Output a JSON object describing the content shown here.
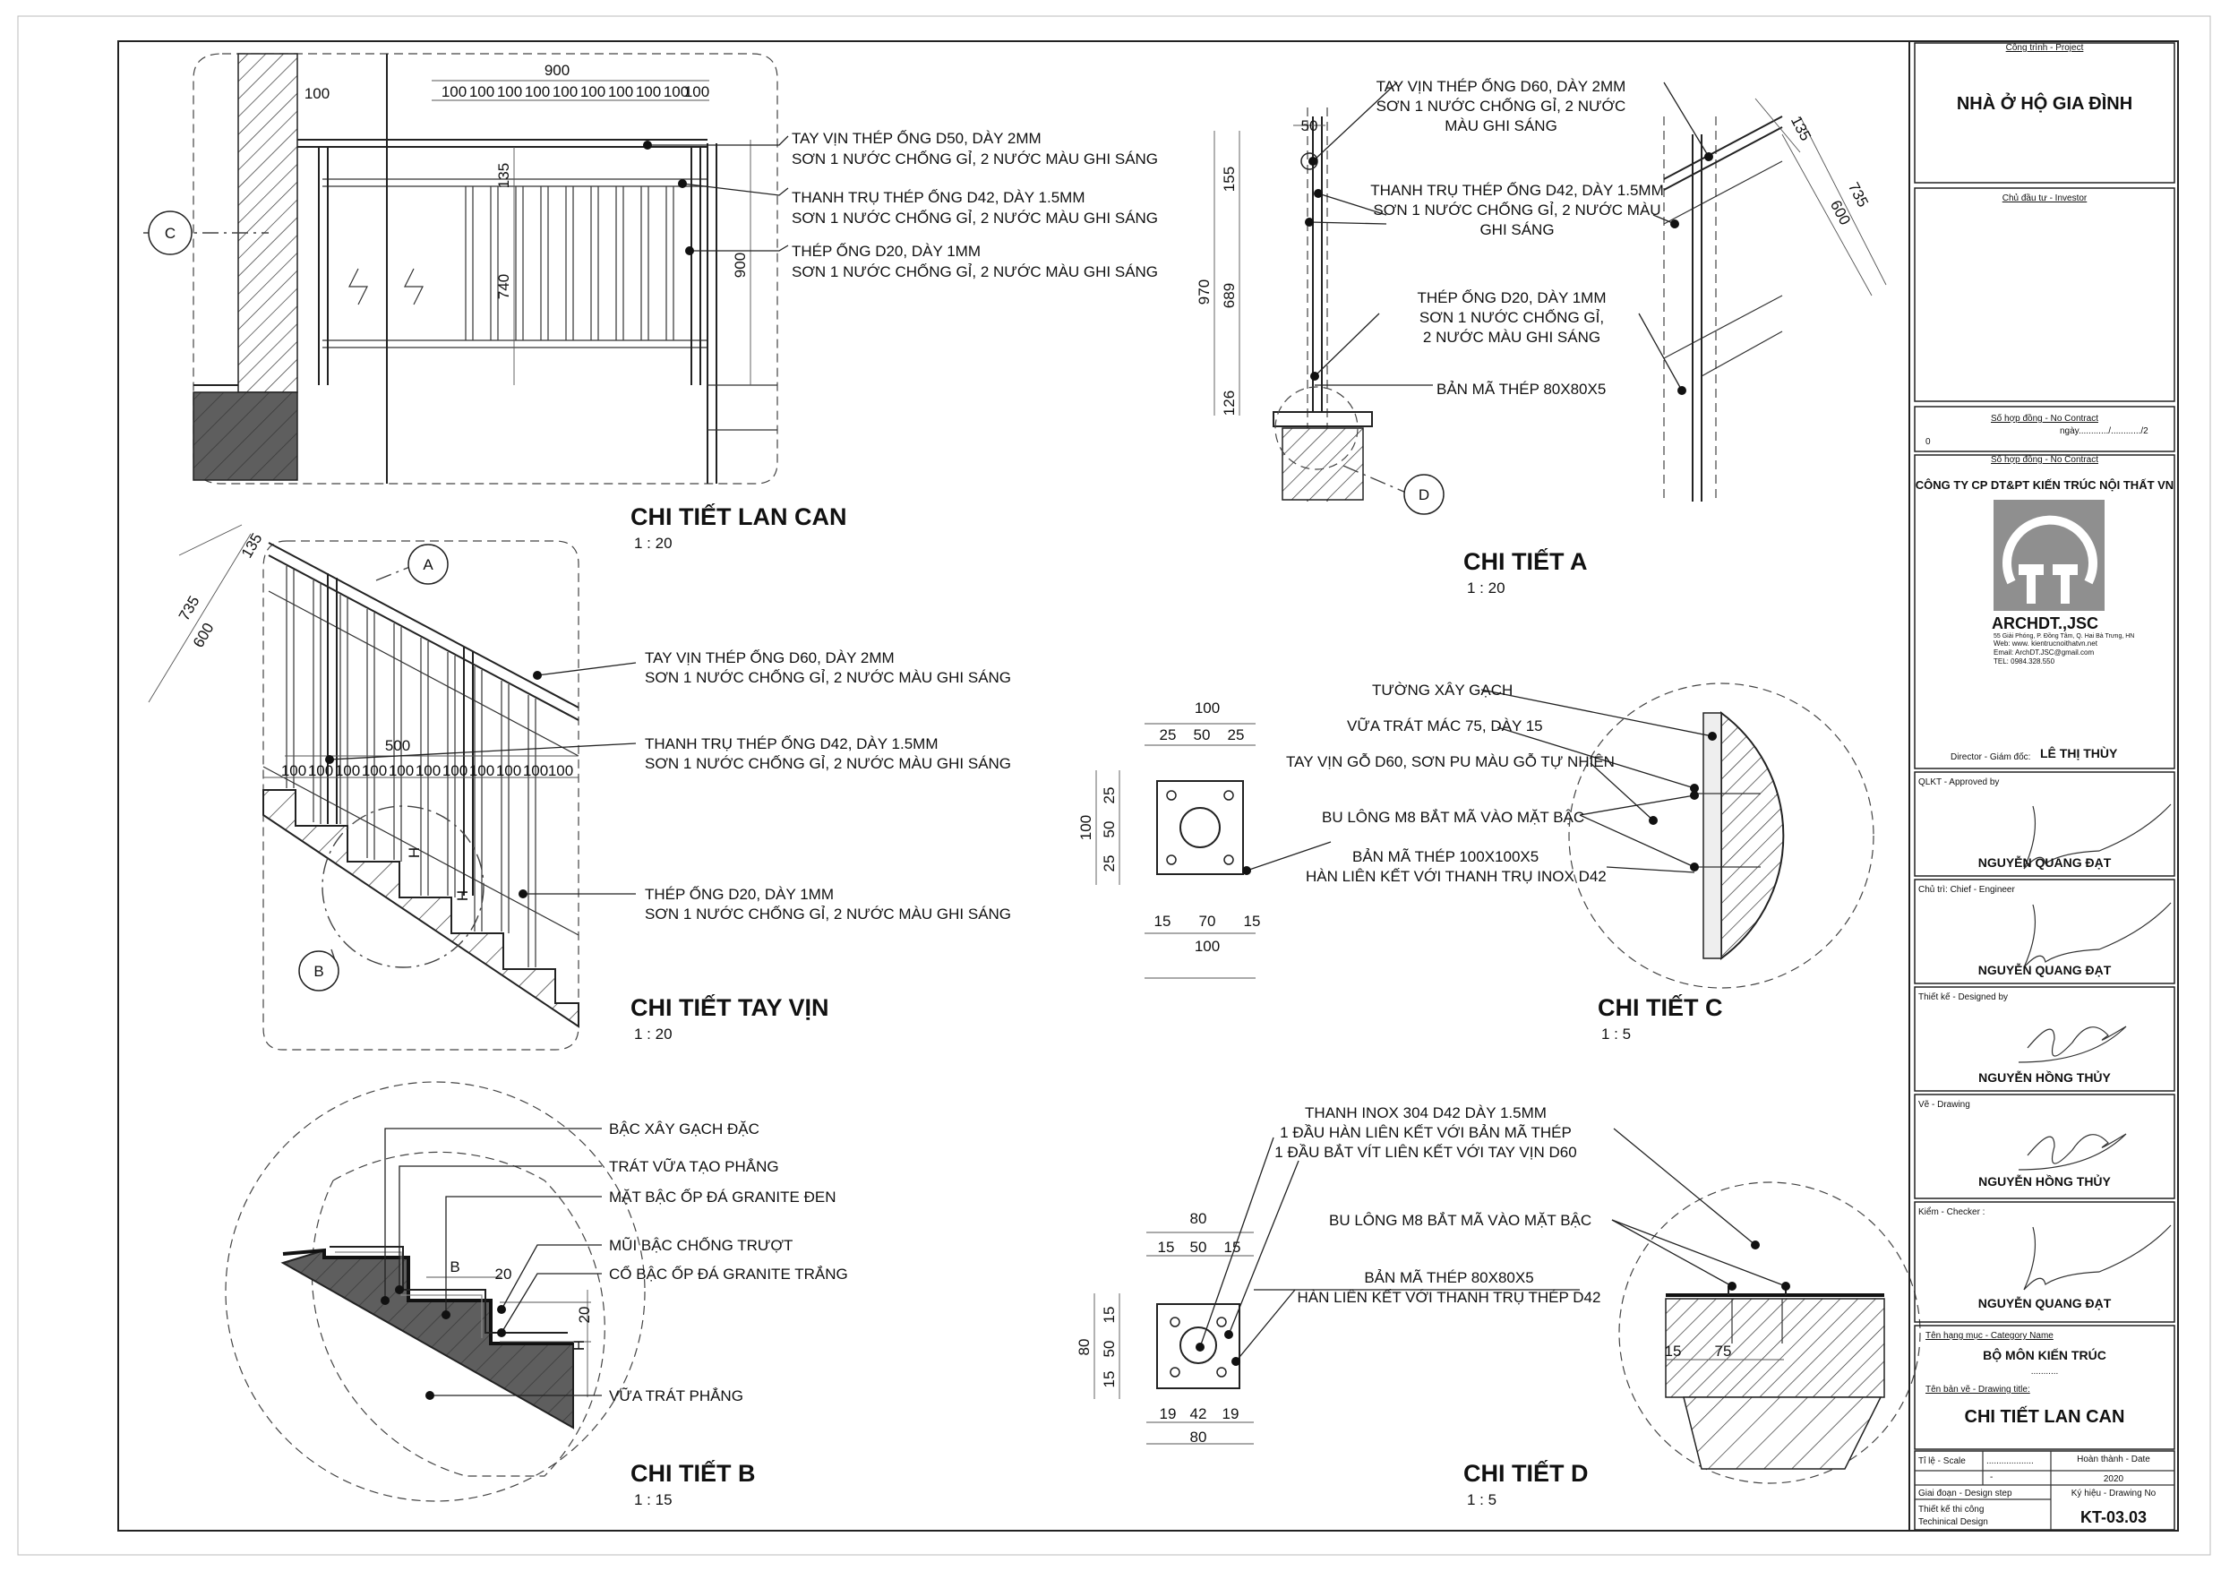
{
  "views": {
    "lan_can": {
      "title": "CHI TIẾT LAN CAN",
      "scale": "1 : 20",
      "dim_total": "900",
      "dim_seg": "100",
      "dim_135": "135",
      "dim_740": "740",
      "dim_900v": "900",
      "dim_100w": "100",
      "callout_c": "C",
      "notes": [
        [
          "TAY VỊN THÉP ỐNG D50, DÀY 2MM",
          "SƠN 1 NƯỚC CHỐNG GỈ, 2 NƯỚC MÀU GHI SÁNG"
        ],
        [
          "THANH TRỤ THÉP ỐNG D42, DÀY 1.5MM",
          "SƠN 1 NƯỚC CHỐNG GỈ, 2 NƯỚC MÀU GHI SÁNG"
        ],
        [
          "THÉP ỐNG D20, DÀY 1MM",
          "SƠN 1 NƯỚC CHỐNG GỈ, 2 NƯỚC MÀU GHI SÁNG"
        ]
      ]
    },
    "a": {
      "title": "CHI TIẾT A",
      "scale": "1 : 20",
      "dims": {
        "d50": "50",
        "d155": "155",
        "d970": "970",
        "d689": "689",
        "d126": "126",
        "d135": "135",
        "d735": "735",
        "d600": "600"
      },
      "callout_d": "D",
      "notes": [
        [
          "TAY VỊN THÉP ỐNG D60, DÀY 2MM",
          "SƠN 1 NƯỚC CHỐNG GỈ, 2 NƯỚC",
          "MÀU GHI SÁNG"
        ],
        [
          "THANH TRỤ THÉP ỐNG D42, DÀY 1.5MM",
          "SƠN 1 NƯỚC CHỐNG GỈ, 2 NƯỚC MÀU",
          "GHI SÁNG"
        ],
        [
          "THÉP ỐNG D20, DÀY 1MM",
          "SƠN 1 NƯỚC CHỐNG GỈ,",
          "2 NƯỚC MÀU GHI SÁNG"
        ],
        [
          "BẢN MÃ THÉP 80X80X5"
        ]
      ]
    },
    "tay_vin": {
      "title": "CHI TIẾT TAY VỊN",
      "scale": "1 : 20",
      "dims": {
        "d135": "135",
        "d735": "735",
        "d600": "600",
        "d500": "500",
        "seg": "100",
        "h": "H"
      },
      "callout_a": "A",
      "callout_b": "B",
      "notes": [
        [
          "TAY VỊN THÉP ỐNG D60, DÀY 2MM",
          "SƠN 1 NƯỚC CHỐNG GỈ, 2 NƯỚC MÀU GHI SÁNG"
        ],
        [
          "THANH TRỤ THÉP ỐNG D42, DÀY 1.5MM",
          "SƠN 1 NƯỚC CHỐNG GỈ, 2 NƯỚC MÀU GHI SÁNG"
        ],
        [
          "THÉP ỐNG D20, DÀY 1MM",
          "SƠN 1 NƯỚC CHỐNG GỈ, 2 NƯỚC MÀU GHI SÁNG"
        ]
      ]
    },
    "c": {
      "title": "CHI TIẾT C",
      "scale": "1 : 5",
      "dims": {
        "top": "100",
        "t25a": "25",
        "t50": "50",
        "t25b": "25",
        "left": "100",
        "l25a": "25",
        "l50": "50",
        "l25b": "25",
        "b15a": "15",
        "b70": "70",
        "b15b": "15",
        "bottom": "100"
      },
      "notes": [
        "TƯỜNG XÂY GẠCH",
        "VỮA TRÁT MÁC 75, DÀY 15",
        "TAY VỊN GỖ D60, SƠN PU MÀU GỖ TỰ NHIÊN",
        "BU LÔNG M8 BẮT MÃ VÀO MẶT BẬC",
        "BẢN MÃ THÉP 100X100X5",
        "HÀN LIÊN KẾT VỚI THANH TRỤ INOX D42"
      ]
    },
    "b": {
      "title": "CHI TIẾT B",
      "scale": "1 : 15",
      "dims": {
        "b": "B",
        "d20a": "20",
        "d20b": "20",
        "h": "H"
      },
      "notes": [
        "BẬC XÂY GẠCH ĐẶC",
        "TRÁT VỮA TẠO PHẲNG",
        "MẶT BẬC ỐP ĐÁ GRANITE ĐEN",
        "MŨI BẬC CHỐNG TRƯỢT",
        "CỔ BẬC ỐP ĐÁ GRANITE TRẮNG",
        "VỮA TRÁT PHẲNG"
      ]
    },
    "d": {
      "title": "CHI TIẾT D",
      "scale": "1 : 5",
      "dims": {
        "top": "80",
        "t15a": "15",
        "t50": "50",
        "t15b": "15",
        "left": "80",
        "l15a": "15",
        "l50": "50",
        "l15b": "15",
        "b19a": "19",
        "b42": "42",
        "b19b": "19",
        "bottom": "80",
        "r15": "15",
        "r75": "75"
      },
      "notes": [
        "THANH INOX 304 D42 DÀY 1.5MM",
        "1 ĐẦU HÀN LIÊN KẾT VỚI BẢN MÃ THÉP",
        "1 ĐẦU BẮT VÍT LIÊN KẾT VỚI TAY VỊN D60",
        "BU LÔNG M8 BẮT MÃ VÀO MẶT BẬC",
        "BẢN MÃ THÉP 80X80X5",
        "HÀN LIÊN KẾT VỚI THANH TRỤ THÉP D42"
      ]
    }
  },
  "title_block": {
    "project_label": "Công trình - Project",
    "project": "NHÀ Ở HỘ GIA ĐÌNH",
    "investor_label": "Chủ đầu tư - Investor",
    "contract_label": "Số hợp đồng - No Contract",
    "contract_line": "ngày............/............/2",
    "contract_zero": "0",
    "contract_label2": "Số hợp đồng - No Contract",
    "company": "CÔNG TY CP DT&PT KIẾN TRÚC NỘI THẤT VN",
    "brand": "ARCHDT.,JSC",
    "brand_lines": [
      "55 Giải Phóng, P. Đồng Tâm, Q. Hai Bà Trưng, HN",
      "Web: www. kientrucnoithatvn.net",
      "Email: ArchDT.JSC@gmail.com",
      "TEL: 0984.328.550"
    ],
    "director_label": "Director - Giám đốc:",
    "director": "LÊ THỊ THÙY",
    "approved_label": "QLKT - Approved by",
    "approved": "NGUYỄN QUANG ĐẠT",
    "chief_label": "Chủ trì: Chief - Engineer",
    "chief": "NGUYỄN QUANG ĐẠT",
    "designed_label": "Thiết kế - Designed by",
    "designed": "NGUYỄN HỒNG THỦY",
    "drawing_label": "Vẽ - Drawing",
    "drawing": "NGUYỄN HỒNG THỦY",
    "checker_label": "Kiểm - Checker :",
    "checker": "NGUYỄN QUANG ĐẠT",
    "category_label": "Tên hạng mục - Category Name",
    "category": "BỘ MÔN KIẾN TRÚC",
    "category_dots": "...........",
    "drawing_title_label": "Tên bản vẽ - Drawing title:",
    "drawing_title": "CHI TIẾT LAN CAN",
    "scale_label": "Tỉ lệ - Scale",
    "scale_dots": "...................",
    "scale_dash": "-",
    "date_label": "Hoàn thành - Date",
    "date": "2020",
    "step_label": "Giai đoạn - Design step",
    "drawing_no_label": "Ký hiệu - Drawing No",
    "step_vn": "Thiết kế thi công",
    "step_en": "Techinical Design",
    "drawing_no": "KT-03.03"
  }
}
